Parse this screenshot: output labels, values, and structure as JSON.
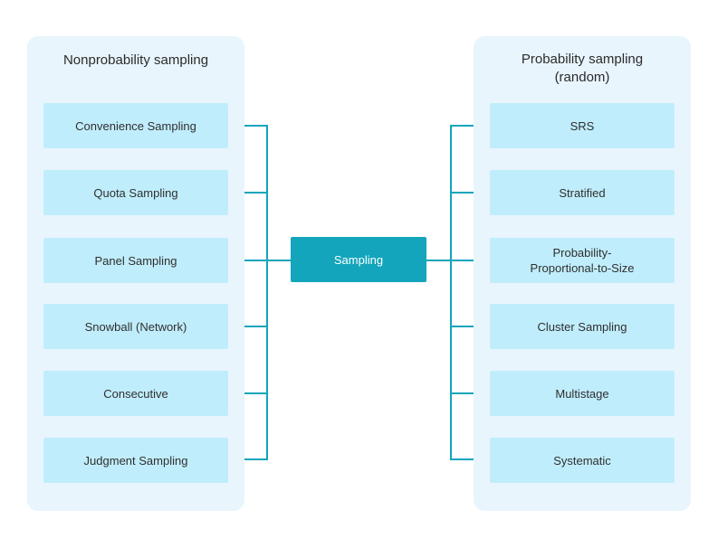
{
  "center": {
    "label": "Sampling"
  },
  "left_group": {
    "title": "Nonprobability sampling",
    "items": [
      {
        "label": "Convenience Sampling"
      },
      {
        "label": "Quota Sampling"
      },
      {
        "label": "Panel Sampling"
      },
      {
        "label": "Snowball (Network)"
      },
      {
        "label": "Consecutive"
      },
      {
        "label": "Judgment Sampling"
      }
    ]
  },
  "right_group": {
    "title": "Probability sampling\n(random)",
    "items": [
      {
        "label": "SRS"
      },
      {
        "label": "Stratified"
      },
      {
        "label": "Probability-\nProportional-to-Size"
      },
      {
        "label": "Cluster Sampling"
      },
      {
        "label": "Multistage"
      },
      {
        "label": "Systematic"
      }
    ]
  },
  "colors": {
    "panel_background": "#e8f5fd",
    "node_fill": "#c0edfc",
    "center_fill": "#12a5bb",
    "connector": "#12a5bb"
  }
}
